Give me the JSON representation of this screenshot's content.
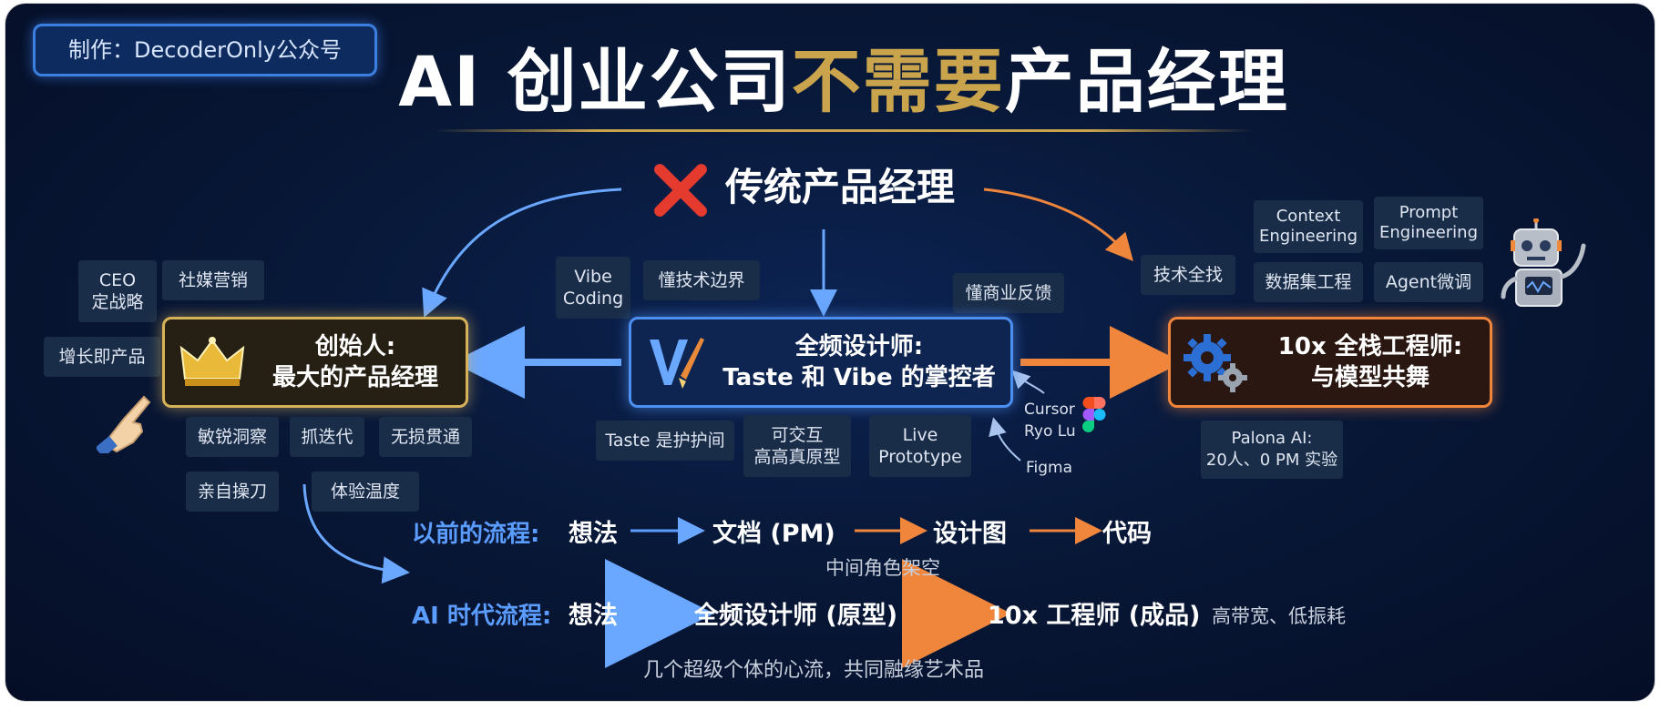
{
  "maker": "制作：DecoderOnly公众号",
  "title": {
    "part1": "AI 创业公司",
    "highlight": "不需要",
    "part2": "产品经理"
  },
  "traditional_pm": "传统产品经理",
  "founder": {
    "line1": "创始人:",
    "line2": "最大的产品经理",
    "tags": {
      "ceo_line1": "CEO",
      "ceo_line2": "定战略",
      "social": "社媒营销",
      "growth": "增长即产品",
      "insight": "敏锐洞察",
      "iterate": "抓迭代",
      "lossless": "无损贯通",
      "hands_on": "亲自操刀",
      "experience": "体验温度"
    }
  },
  "designer": {
    "line1": "全频设计师:",
    "line2": "Taste 和 Vibe 的掌控者",
    "tags": {
      "vibe_line1": "Vibe",
      "vibe_line2": "Coding",
      "tech": "懂技术边界",
      "biz": "懂商业反馈",
      "taste": "Taste 是护护间",
      "inter_line1": "可交互",
      "inter_line2": "高高真原型",
      "live_line1": "Live",
      "live_line2": "Prototype"
    },
    "names": {
      "cursor": "Cursor",
      "ryo": "Ryo Lu",
      "figma": "Figma"
    }
  },
  "engineer": {
    "line1": "10x 全栈工程师:",
    "line2": "与模型共舞",
    "tags": {
      "context_line1": "Context",
      "context_line2": "Engineering",
      "prompt_line1": "Prompt",
      "prompt_line2": "Engineering",
      "fullstack": "技术全找",
      "dataset": "数据集工程",
      "agent": "Agent微调",
      "palona_line1": "Palona AI:",
      "palona_line2": "20人、0 PM 实验"
    }
  },
  "flow_old": {
    "label": "以前的流程:",
    "steps": [
      "想法",
      "文档 (PM)",
      "设计图",
      "代码"
    ],
    "note": "中间角色架空"
  },
  "flow_ai": {
    "label": "AI 时代流程:",
    "steps": [
      "想法",
      "全频设计师 (原型)",
      "10x 工程师 (成品)"
    ],
    "note": "高带宽、低振耗"
  },
  "footer": "几个超级个体的心流，共同融缘艺术品",
  "colors": {
    "gold": "#c9a44c",
    "blue": "#4d8ff0",
    "orange": "#f0863c",
    "red": "#e53a2e"
  },
  "icons": [
    "x-mark-icon",
    "crown-icon",
    "pointing-hand-icon",
    "v-brush-icon",
    "gears-icon",
    "robot-icon",
    "figma-icon"
  ]
}
